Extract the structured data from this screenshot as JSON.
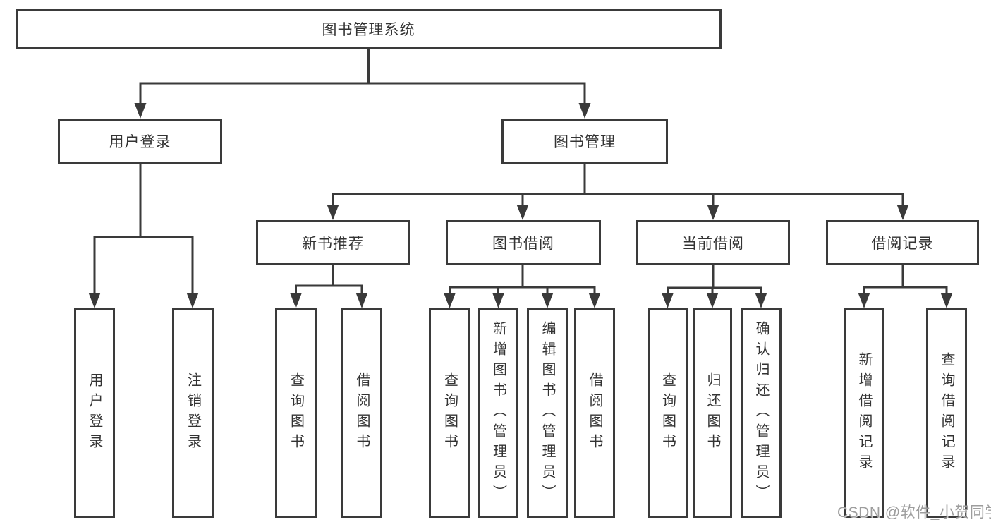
{
  "style": {
    "line_color": "#3a3a3a",
    "text_color": "#333333",
    "background": "#ffffff",
    "watermark_color": "#989898"
  },
  "watermark": {
    "text": "CSDN @软件_小贺同学"
  },
  "tree": {
    "label": "图书管理系统",
    "children": [
      {
        "label": "用户登录",
        "children": [
          {
            "label": "用户登录"
          },
          {
            "label": "注销登录"
          }
        ]
      },
      {
        "label": "图书管理",
        "children": [
          {
            "label": "新书推荐",
            "children": [
              {
                "label": "查询图书"
              },
              {
                "label": "借阅图书"
              }
            ]
          },
          {
            "label": "图书借阅",
            "children": [
              {
                "label": "查询图书"
              },
              {
                "label": "新增图书（管理员）"
              },
              {
                "label": "编辑图书（管理员）"
              },
              {
                "label": "借阅图书"
              }
            ]
          },
          {
            "label": "当前借阅",
            "children": [
              {
                "label": "查询图书"
              },
              {
                "label": "归还图书"
              },
              {
                "label": "确认归还（管理员）"
              }
            ]
          },
          {
            "label": "借阅记录",
            "children": [
              {
                "label": "新增借阅记录"
              },
              {
                "label": "查询借阅记录"
              }
            ]
          }
        ]
      }
    ]
  }
}
